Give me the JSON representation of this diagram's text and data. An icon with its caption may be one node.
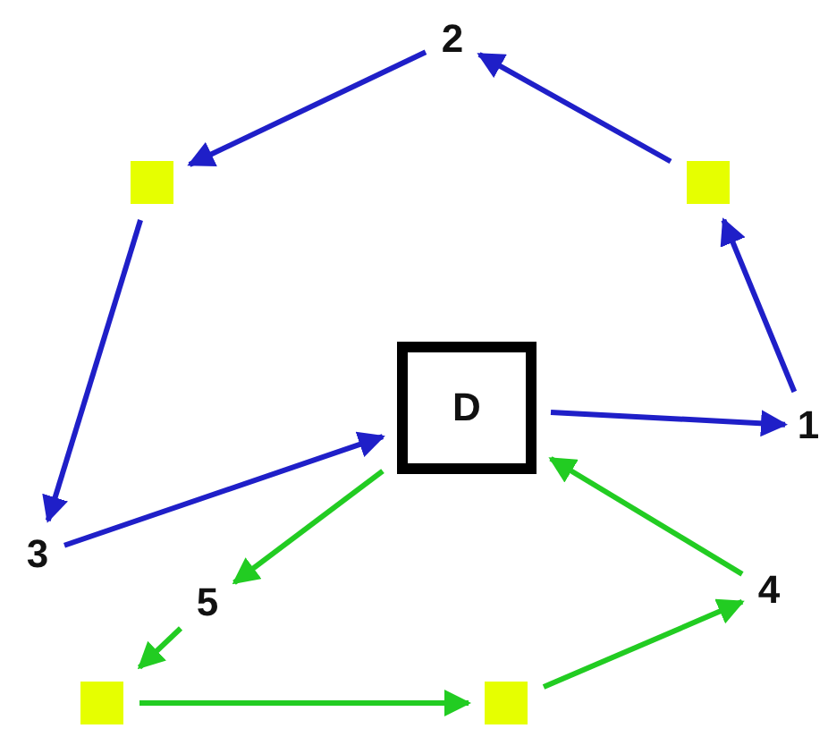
{
  "diagram": {
    "nodes": [
      {
        "text": [
          "2"
        ]
      },
      {
        "text": [],
        "shape": "box"
      },
      {
        "text": [],
        "shape": "box"
      },
      {
        "text": [
          "1"
        ]
      },
      {
        "text": [
          "3"
        ]
      },
      {
        "text": [
          "D"
        ]
      },
      {
        "text": [
          "5"
        ]
      },
      {
        "text": [
          "4"
        ]
      },
      {
        "text": [],
        "shape": "box"
      },
      {
        "text": [],
        "shape": "box"
      }
    ],
    "edges": [
      {
        "from": 0,
        "to": 1,
        "arrow": "to"
      },
      {
        "from": 2,
        "to": 0,
        "arrow": "to"
      },
      {
        "from": 3,
        "to": 2,
        "arrow": "to"
      },
      {
        "from": 1,
        "to": 4,
        "arrow": "to"
      },
      {
        "from": 4,
        "to": 5,
        "arrow": "to"
      },
      {
        "from": 5,
        "to": 3,
        "arrow": "to"
      },
      {
        "from": 5,
        "to": 6,
        "arrow": "to",
        "color": "#22cc22"
      },
      {
        "from": 7,
        "to": 5,
        "arrow": "to",
        "color": "#22cc22"
      },
      {
        "from": 6,
        "to": 8,
        "arrow": "to",
        "color": "#22cc22"
      },
      {
        "from": 8,
        "to": 9,
        "arrow": "to",
        "color": "#22cc22"
      },
      {
        "from": 9,
        "to": 7,
        "arrow": "to",
        "color": "#22cc22"
      }
    ]
  }
}
